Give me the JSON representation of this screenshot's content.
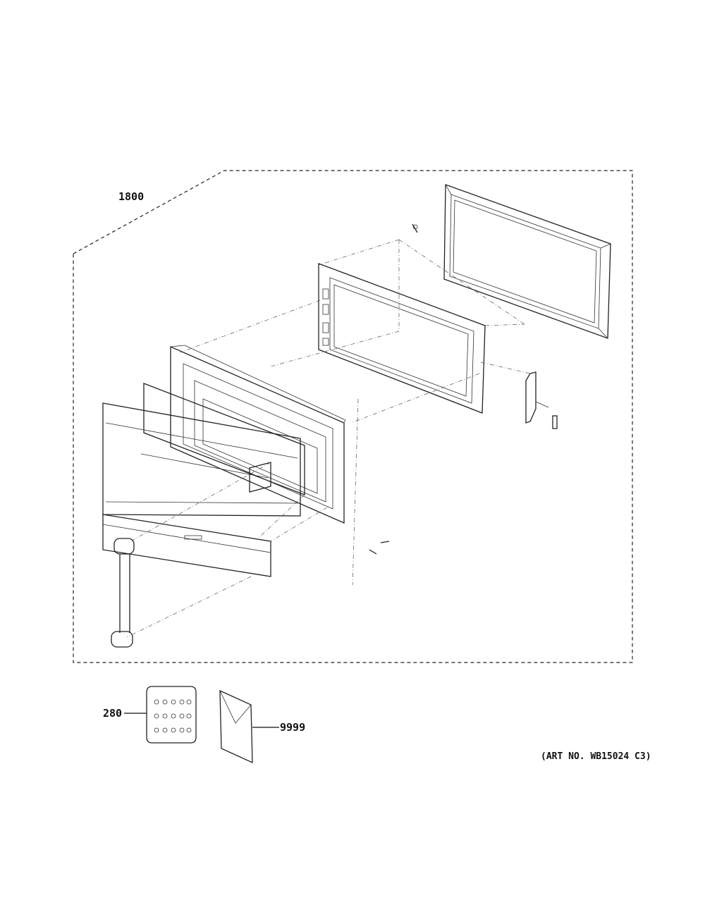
{
  "diagram": {
    "callouts": {
      "assembly": "1800",
      "hardware_kit": "280",
      "literature": "9999"
    },
    "art_number": "(ART NO. WB15024 C3)"
  }
}
